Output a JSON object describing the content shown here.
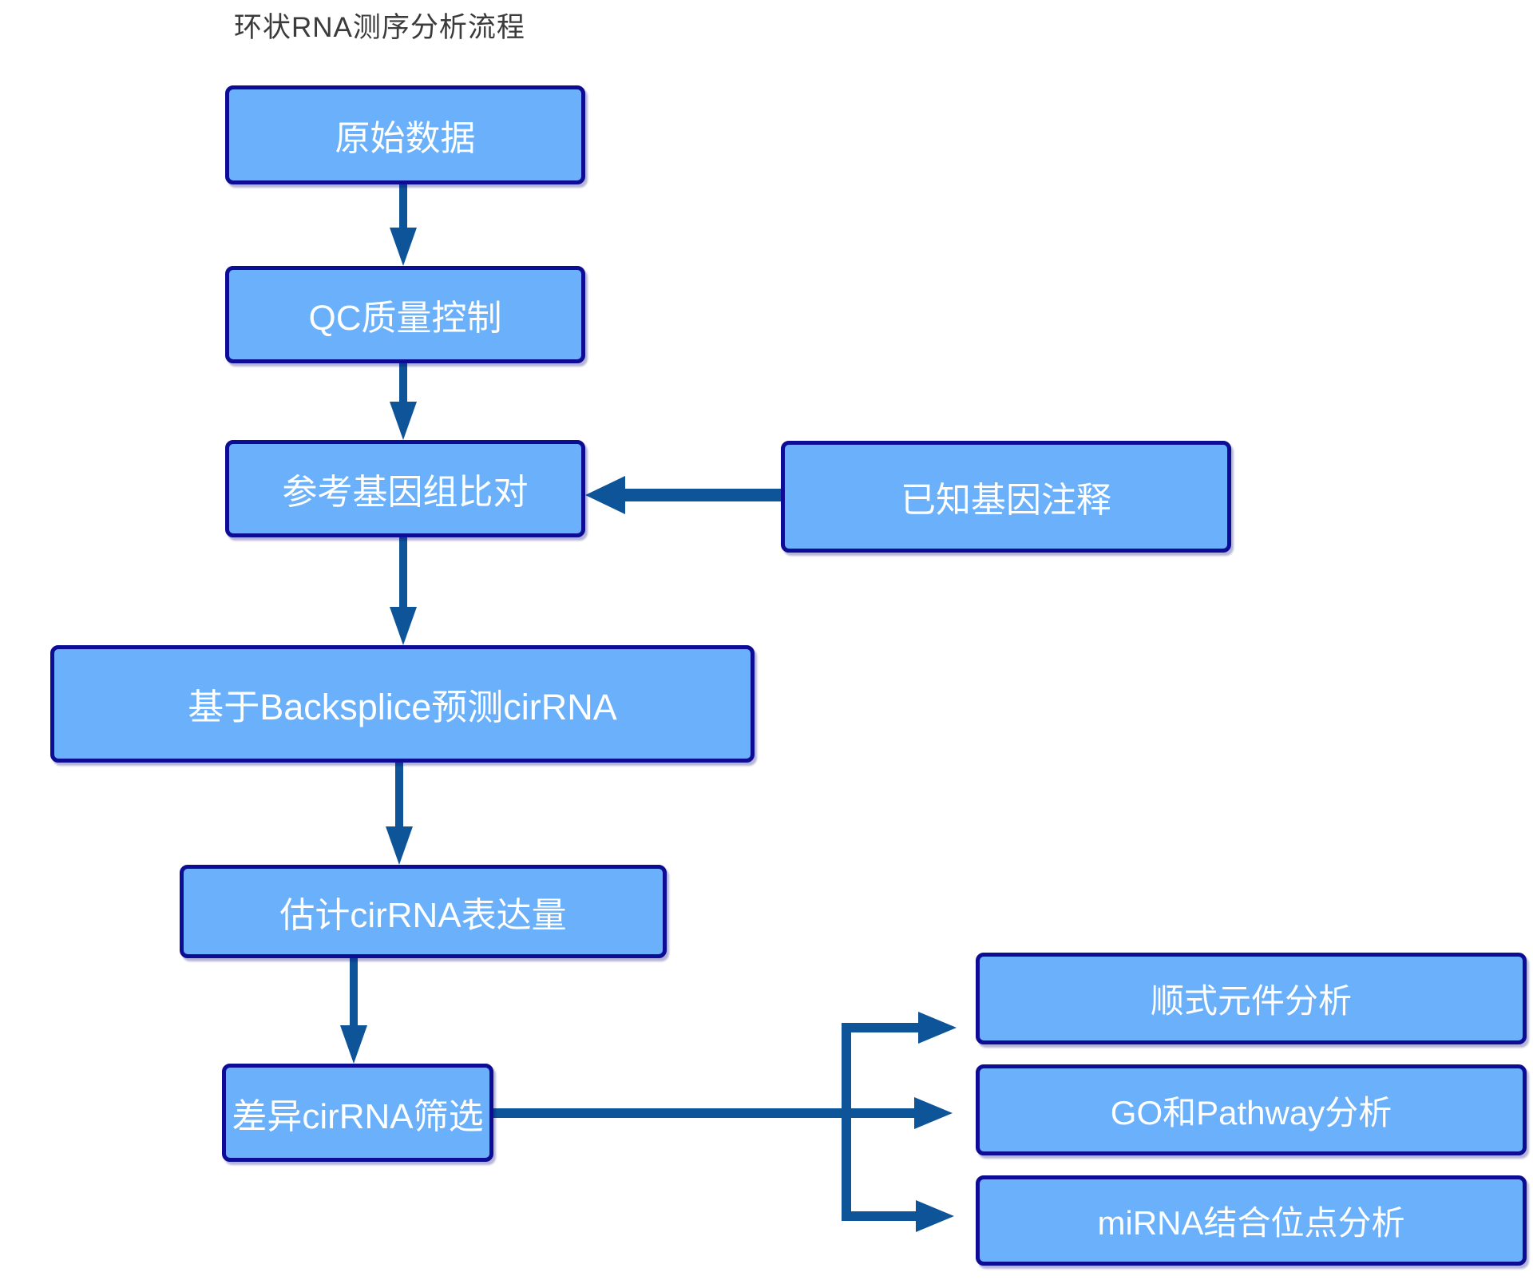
{
  "title": "环状RNA测序分析流程",
  "colors": {
    "background": "#ffffff",
    "box-fill": "#6ab0fa",
    "box-border": "#0c0c94",
    "arrow": "#0e5499",
    "box-text": "#ffffff",
    "title-text": "#3b3b3b"
  },
  "nodes": {
    "raw_data": {
      "label": "原始数据"
    },
    "qc": {
      "label": "QC质量控制"
    },
    "align": {
      "label": "参考基因组比对"
    },
    "annotation": {
      "label": "已知基因注释"
    },
    "backsplice": {
      "label": "基于Backsplice预测cirRNA"
    },
    "expression": {
      "label": "估计cirRNA表达量"
    },
    "diff": {
      "label": "差异cirRNA筛选"
    },
    "cis": {
      "label": "顺式元件分析"
    },
    "go_pathway": {
      "label": "GO和Pathway分析"
    },
    "mirna": {
      "label": "miRNA结合位点分析"
    }
  },
  "edges": [
    {
      "from": "raw_data",
      "to": "qc"
    },
    {
      "from": "qc",
      "to": "align"
    },
    {
      "from": "annotation",
      "to": "align"
    },
    {
      "from": "align",
      "to": "backsplice"
    },
    {
      "from": "backsplice",
      "to": "expression"
    },
    {
      "from": "expression",
      "to": "diff"
    },
    {
      "from": "diff",
      "to": "cis"
    },
    {
      "from": "diff",
      "to": "go_pathway"
    },
    {
      "from": "diff",
      "to": "mirna"
    }
  ]
}
